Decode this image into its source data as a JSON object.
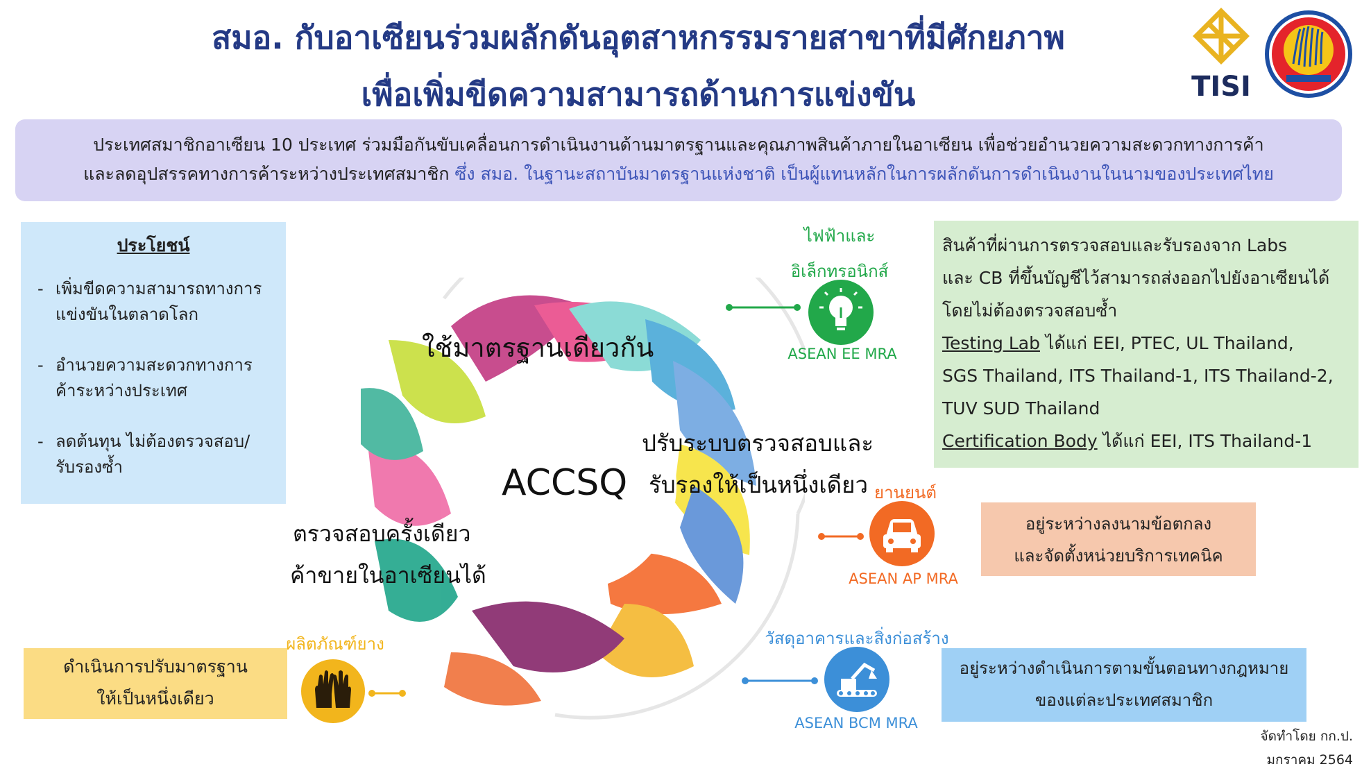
{
  "header": {
    "title_line1": "สมอ. กับอาเซียนร่วมผลักดันอุตสาหกรรมรายสาขาที่มีศักยภาพ",
    "title_line2": "เพื่อเพิ่มขีดความสามารถด้านการแข่งขัน",
    "tisi_logo_text": "TISI"
  },
  "intro": {
    "line1": "ประเทศสมาชิกอาเซียน  10 ประเทศ  ร่วมมือกันขับเคลื่อนการดำเนินงานด้านมาตรฐานและคุณภาพสินค้าภายในอาเซียน  เพื่อช่วยอำนวยความสะดวกทางการค้า",
    "line2_part1": "และลดอุปสรรคทางการค้าระหว่างประเทศสมาชิก ",
    "line2_part2": "ซึ่ง สมอ. ในฐานะสถาบันมาตรฐานแห่งชาติ  เป็นผู้แทนหลักในการผลักดันการดำเนินงานในนามของประเทศไทย"
  },
  "benefits": {
    "heading": "ประโยชน์",
    "items": [
      "เพิ่มขีดความสามารถทางการแข่งขันในตลาดโลก",
      "อำนวยความสะดวกทางการค้าระหว่างประเทศ",
      "ลดต้นทุน ไม่ต้องตรวจสอบ/รับรองซ้ำ"
    ]
  },
  "center": {
    "one_standard": "ใช้มาตรฐานเดียวกัน",
    "accsq": "ACCSQ",
    "harmonize_line1": "ปรับระบบตรวจสอบและ",
    "harmonize_line2": "รับรองให้เป็นหนึ่งเดียว",
    "test_once_line1": "ตรวจสอบครั้งเดียว",
    "test_once_line2": "ค้าขายในอาเซียนได้"
  },
  "sectors": {
    "ee": {
      "title_line1": "ไฟฟ้าและ",
      "title_line2": "อิเล็กทรอนิกส์",
      "mra": "ASEAN EE MRA",
      "color": "#22a84a"
    },
    "ap": {
      "title": "ยานยนต์",
      "mra": "ASEAN AP MRA",
      "color": "#f26a24"
    },
    "bcm": {
      "title": "วัสดุอาคารและสิ่งก่อสร้าง",
      "mra": "ASEAN BCM MRA",
      "color": "#3c8fd8"
    },
    "rubber": {
      "title": "ผลิตภัณฑ์ยาง",
      "color": "#f2b51c"
    }
  },
  "ee_info": {
    "line1": "สินค้าที่ผ่านการตรวจสอบและรับรองจาก  Labs",
    "line2": "และ CB ที่ขึ้นบัญชีไว้สามารถส่งออกไปยังอาเซียนได้",
    "line3": "โดยไม่ต้องตรวจสอบซ้ำ",
    "testing_lab_label": "Testing Lab",
    "testing_lab_text1": " ได้แก่ EEI, PTEC, UL Thailand,",
    "testing_lab_text2": "SGS Thailand, ITS Thailand-1, ITS Thailand-2,",
    "testing_lab_text3": "TUV SUD Thailand",
    "cert_body_label": "Certification Body",
    "cert_body_text": " ได้แก่ EEI, ITS Thailand-1"
  },
  "ap_status": {
    "line1": "อยู่ระหว่างลงนามข้อตกลง",
    "line2": "และจัดตั้งหน่วยบริการเทคนิค"
  },
  "rubber_status": {
    "line1": "ดำเนินการปรับมาตรฐาน",
    "line2": "ให้เป็นหนึ่งเดียว"
  },
  "bcm_status": {
    "line1": "อยู่ระหว่างดำเนินการตามขั้นตอนทางกฎหมาย",
    "line2": "ของแต่ละประเทศสมาชิก"
  },
  "credit": {
    "line1": "จัดทำโดย กก.ป.",
    "line2": "มกราคม 2564"
  }
}
